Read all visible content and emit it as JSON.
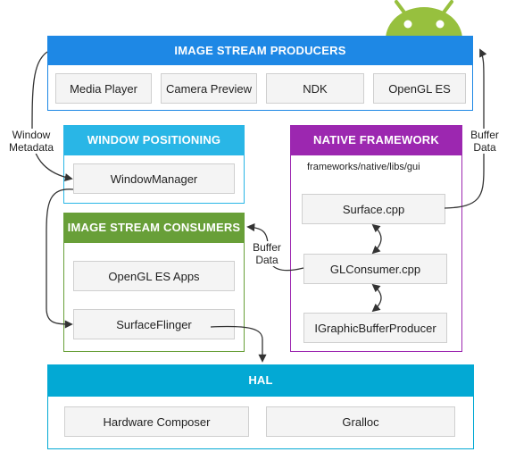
{
  "colors": {
    "producers": "#1e88e5",
    "window_positioning": "#29b6e6",
    "native_framework": "#9c27b0",
    "consumers": "#689f38",
    "hal": "#03a9d4",
    "android_logo": "#97c03e"
  },
  "producers": {
    "title": "IMAGE STREAM PRODUCERS",
    "items": [
      "Media Player",
      "Camera Preview",
      "NDK",
      "OpenGL ES"
    ]
  },
  "window_positioning": {
    "title": "WINDOW POSITIONING",
    "window_manager": "WindowManager"
  },
  "native_framework": {
    "title": "NATIVE FRAMEWORK",
    "path": "frameworks/native/libs/gui",
    "surface": "Surface.cpp",
    "glconsumer": "GLConsumer.cpp",
    "producer_interface": "IGraphicBufferProducer"
  },
  "consumers": {
    "title": "IMAGE STREAM CONSUMERS",
    "opengl_apps": "OpenGL ES Apps",
    "surfaceflinger": "SurfaceFlinger"
  },
  "hal": {
    "title": "HAL",
    "hardware_composer": "Hardware Composer",
    "gralloc": "Gralloc"
  },
  "labels": {
    "window_metadata_1": "Window",
    "window_metadata_2": "Metadata",
    "buffer_data_right_1": "Buffer",
    "buffer_data_right_2": "Data",
    "buffer_data_mid_1": "Buffer",
    "buffer_data_mid_2": "Data"
  },
  "icons": {
    "logo": "android-robot-icon"
  }
}
